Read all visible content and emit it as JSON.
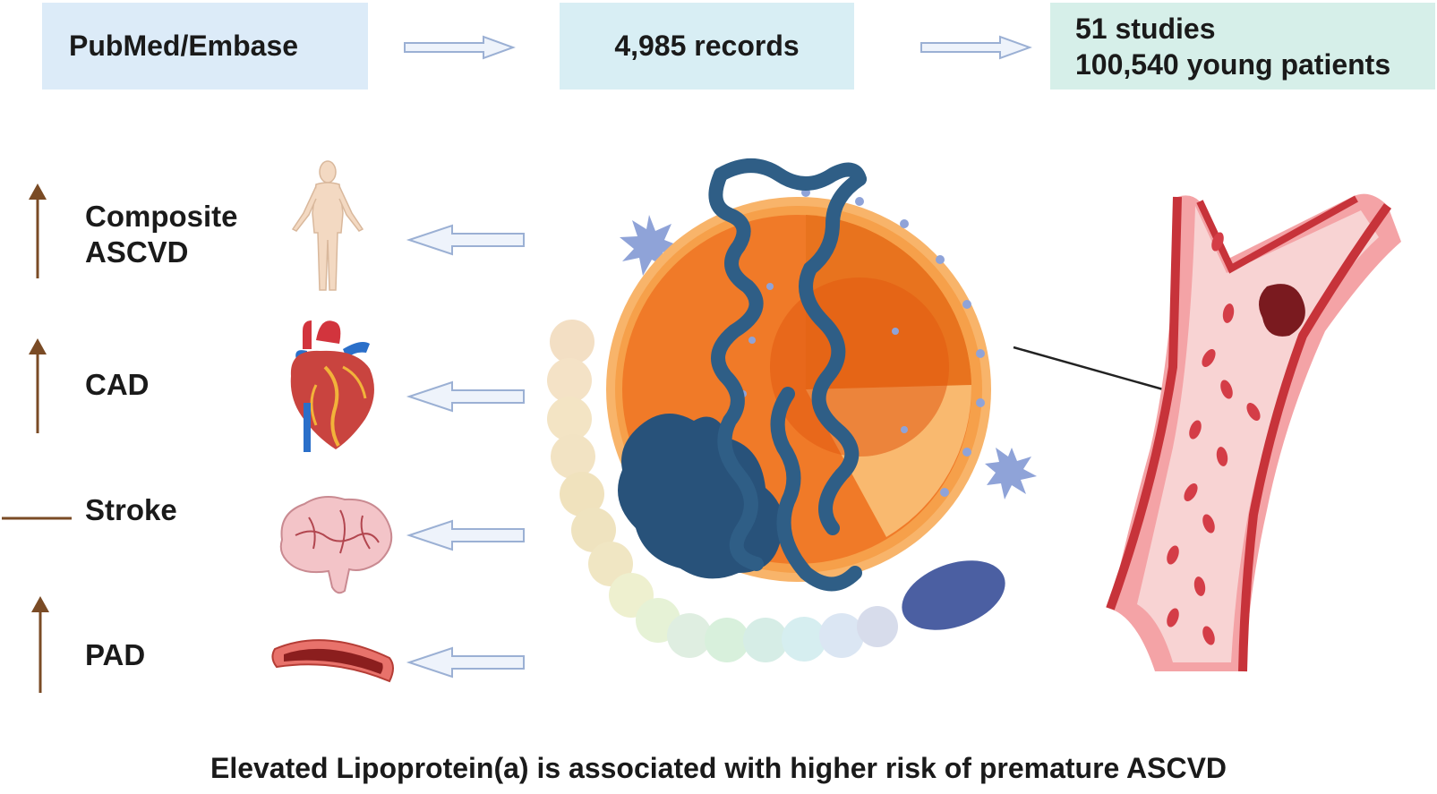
{
  "flow": {
    "source": "PubMed/Embase",
    "records": "4,985 records",
    "studies": "51 studies",
    "patients": "100,540 young patients"
  },
  "outcomes": [
    {
      "line1": "Composite",
      "line2": "ASCVD",
      "trend": "up"
    },
    {
      "line1": "CAD",
      "line2": "",
      "trend": "up"
    },
    {
      "line1": "Stroke",
      "line2": "",
      "trend": "neutral"
    },
    {
      "line1": "PAD",
      "line2": "",
      "trend": "up"
    }
  ],
  "caption": "Elevated Lipoprotein(a) is associated with higher risk of premature ASCVD",
  "colors": {
    "trend_arrow": "#7a4b25",
    "outline_arrow": "#9bb0d4",
    "lipoprotein_core": "#f07a28",
    "apo_chain": "#2f5e86",
    "vessel": "#d9534f"
  },
  "icons": [
    "human-body-icon",
    "heart-icon",
    "brain-icon",
    "artery-icon",
    "lipoprotein-particle",
    "blood-vessel-illustration"
  ]
}
